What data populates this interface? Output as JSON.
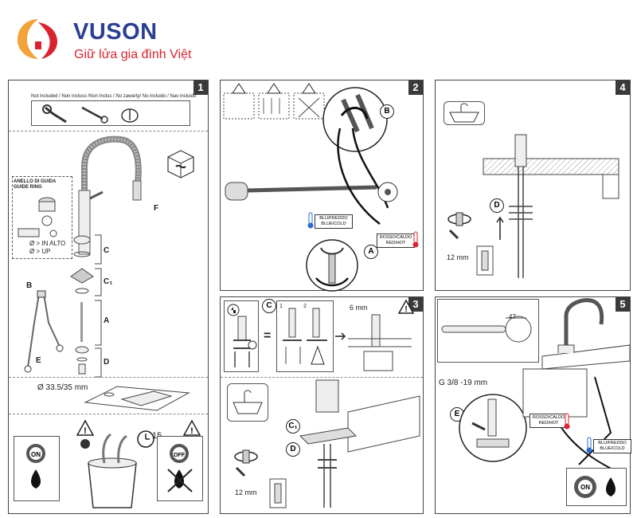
{
  "brand": {
    "name": "VUSON",
    "slogan": "Giữ lửa gia đình Việt",
    "colors": {
      "blue": "#2a3f93",
      "red": "#d9232e",
      "orange": "#f2a33a"
    }
  },
  "steps": {
    "s1": {
      "number": "1",
      "not_included": "Not included / Non incluso /Non Inclus / No zawarty/ No incluido / Nao incluido",
      "guide_ring_it": "ANELLO DI GUIDA",
      "guide_ring_en": "GUIDE RING",
      "up_it": "Ø > IN ALTO",
      "up_en": "Ø > UP",
      "label_F": "F",
      "label_C": "C",
      "label_C1": "C₁",
      "label_A": "A",
      "label_D": "D",
      "label_B": "B",
      "label_E": "E",
      "hole_size": "Ø 33.5/35 mm",
      "timer": "15",
      "on_label": "ON",
      "off_label": "OFF"
    },
    "s2": {
      "number": "2",
      "cold_tag": "BLU/FREDDO\nBLUE/COLD",
      "hot_tag": "ROSSO/CALDO\nRED/HOT",
      "callout_B": "B",
      "callout_A": "A"
    },
    "s3": {
      "number": "3",
      "callout_C": "C",
      "equals": "=",
      "gap": "6 mm",
      "callout_C1": "C₁",
      "callout_D": "D",
      "torque_size": "12 mm",
      "n1": "1",
      "n2": "2"
    },
    "s4": {
      "number": "4",
      "callout_D": "D",
      "torque_size": "12 mm"
    },
    "s5": {
      "number": "5",
      "measure": "47",
      "thread": "G 3/8 -19 mm",
      "callout_E": "E",
      "hot_tag": "ROSSO/CALDO\nRED/HOT",
      "cold_tag": "BLU/FREDDO\nBLUE/COLD",
      "on_label": "ON"
    }
  }
}
